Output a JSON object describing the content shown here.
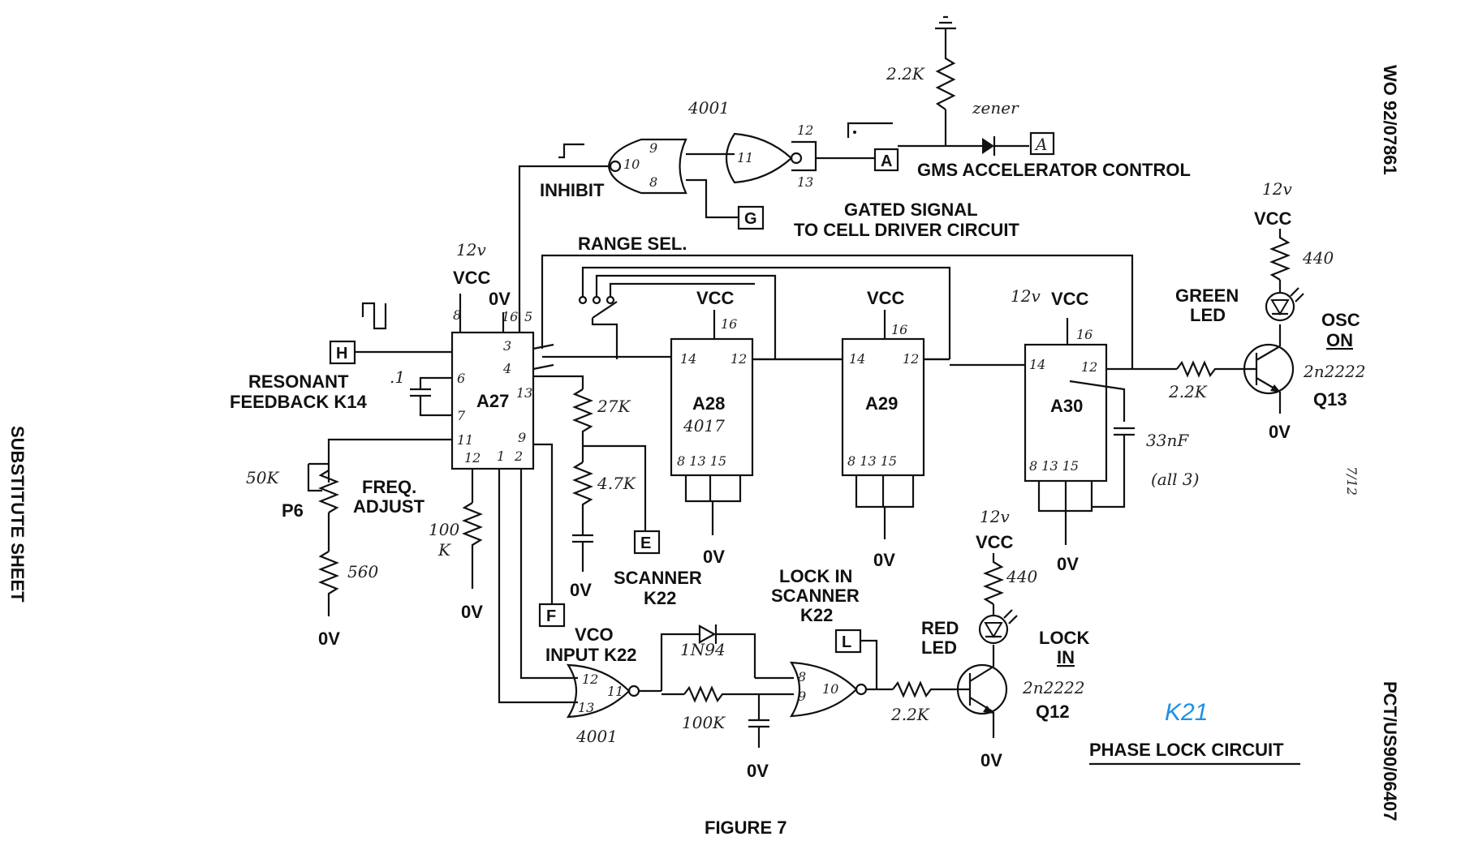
{
  "margin": {
    "left_vertical": "SUBSTITUTE SHEET",
    "right_top_vertical": "WO 92/07861",
    "right_bottom_vertical": "PCT/US90/06407",
    "page_number": "7/12"
  },
  "figure": {
    "caption": "FIGURE 7",
    "circuit_title": "PHASE LOCK CIRCUIT",
    "blue_annotation": "K21"
  },
  "blue_color": "#1e90e8",
  "labels": {
    "gms_accelerator_control": "GMS ACCELERATOR CONTROL",
    "gated_signal_line1": "GATED SIGNAL",
    "gated_signal_line2": "TO CELL DRIVER CIRCUIT",
    "inhibit": "INHIBIT",
    "range_sel": "RANGE SEL.",
    "resonant_feedback_line1": "RESONANT",
    "resonant_feedback_line2": "FEEDBACK K14",
    "freq_adjust_line1": "FREQ.",
    "freq_adjust_line2": "ADJUST",
    "scanner_line1": "SCANNER",
    "scanner_line2": "K22",
    "lock_in_scanner_line1": "LOCK IN",
    "lock_in_scanner_line2": "SCANNER",
    "lock_in_scanner_line3": "K22",
    "vco_input_line1": "VCO",
    "vco_input_line2": "INPUT K22",
    "green_led_line1": "GREEN",
    "green_led_line2": "LED",
    "red_led_line1": "RED",
    "red_led_line2": "LED",
    "osc_on_line1": "OSC",
    "osc_on_line2": "ON",
    "lock_in_line1": "LOCK",
    "lock_in_line2": "IN"
  },
  "terminals": {
    "A": "A",
    "A_hand": "A",
    "G": "G",
    "H": "H",
    "E": "E",
    "F": "F",
    "L": "L"
  },
  "chips": {
    "a27": "A27",
    "a28": "A28",
    "a28_part": "4017",
    "a29": "A29",
    "a30": "A30"
  },
  "components": {
    "p6": "P6",
    "q13": "Q13",
    "q12": "Q12"
  },
  "power": {
    "vcc": "VCC",
    "ov": "0V",
    "v12": "12v"
  },
  "handwritten": {
    "nor_part_top": "4001",
    "nor_part_bottom": "4001",
    "zener": "zener",
    "r_2_2k": "2.2K",
    "r_27k": "27K",
    "r_4_7k": "4.7K",
    "r_50k": "50K",
    "r_560": "560",
    "r_100k_v": "100",
    "r_100k_k": "K",
    "r_100k": "100K",
    "r_440": "440",
    "cap_1": ".1",
    "cap_33nf": "33nF",
    "cap_all3": "(all 3)",
    "diode_1n94": "1N94",
    "transistor_2n2222": "2n2222"
  },
  "pins": {
    "p1": "1",
    "p2": "2",
    "p3": "3",
    "p4": "4",
    "p5": "5",
    "p6": "6",
    "p7": "7",
    "p8": "8",
    "p9": "9",
    "p10": "10",
    "p11": "11",
    "p12": "12",
    "p13": "13",
    "p14": "14",
    "p15": "15",
    "p16": "16",
    "ctr_pins": "8 13 15"
  }
}
